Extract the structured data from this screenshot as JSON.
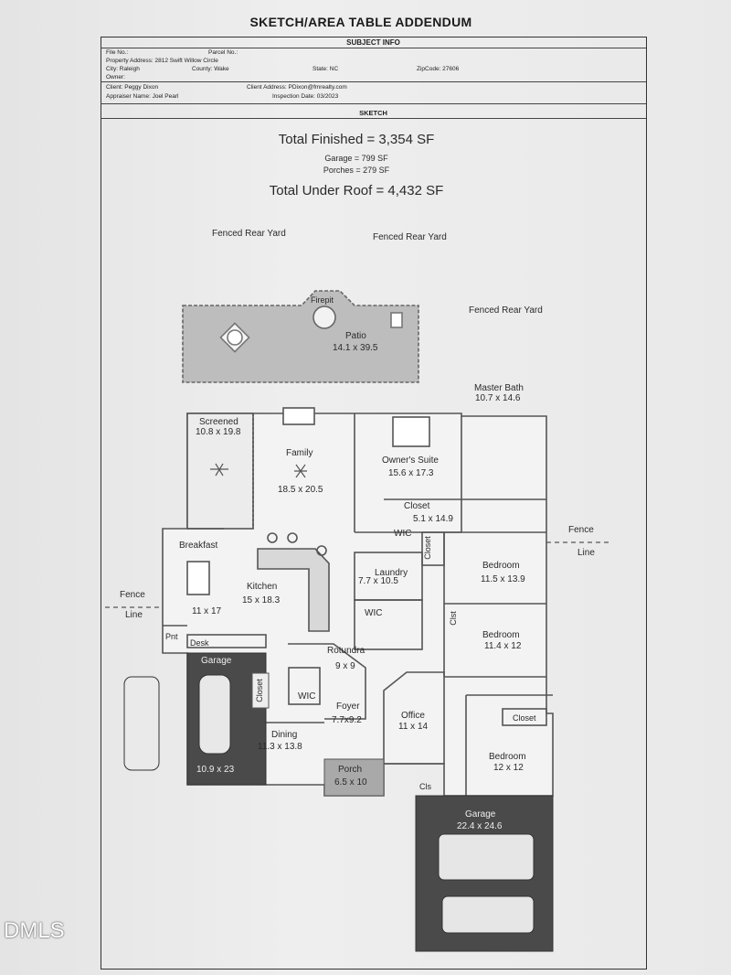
{
  "document": {
    "title": "SKETCH/AREA TABLE ADDENDUM",
    "subject_header": "SUBJECT INFO",
    "sketch_header": "SKETCH"
  },
  "subject_info": {
    "file_no": "File No.:",
    "parcel_no": "Parcel No.:",
    "property_address": "Property Address: 2812 Swift Willow Circle",
    "city": "City: Raleigh",
    "county": "County: Wake",
    "state": "State: NC",
    "zip": "ZipCode: 27606",
    "owner": "Owner:",
    "client": "Client: Peggy Dixon",
    "client_address": "Client Address: PDixon@fmrealty.com",
    "appraiser": "Appraiser Name: Joel Pearl",
    "inspection_date": "Inspection Date: 03/2023"
  },
  "summary": {
    "total_finished": "Total Finished = 3,354 SF",
    "garage": "Garage = 799 SF",
    "porches": "Porches = 279 SF",
    "total_under_roof": "Total Under Roof = 4,432 SF"
  },
  "yard_labels": {
    "rear_left": "Fenced Rear Yard",
    "rear_center": "Fenced Rear Yard",
    "rear_right": "Fenced Rear Yard",
    "fence_right": "Fence",
    "line_right": "Line",
    "fence_left": "Fence",
    "line_left": "Line"
  },
  "rooms": {
    "firepit": "Firepit",
    "patio": "Patio",
    "patio_dim": "14.1 x 39.5",
    "screened": "Screened",
    "screened_dim": "10.8 x 19.8",
    "family": "Family",
    "family_dim": "18.5 x 20.5",
    "owners_suite": "Owner's Suite",
    "owners_suite_dim": "15.6 x 17.3",
    "master_bath": "Master Bath",
    "master_bath_dim": "10.7 x 14.6",
    "closet_master": "Closet",
    "closet_master_dim": "5.1 x 14.9",
    "wic_upper": "WIC",
    "closet_vertical": "Closet",
    "breakfast": "Breakfast",
    "breakfast_dim": "11 x 17",
    "kitchen": "Kitchen",
    "kitchen_dim": "15 x 18.3",
    "laundry": "Laundry",
    "laundry_dim": "7.7 x 10.5",
    "wic_middle": "WIC",
    "bedroom1": "Bedroom",
    "bedroom1_dim": "11.5 x 13.9",
    "bedroom2": "Bedroom",
    "bedroom2_dim": "11.4 x 12",
    "clst": "Clst",
    "pnt": "Pnt",
    "desk": "Desk",
    "garage_small": "Garage",
    "garage_small_dim": "10.9 x 23",
    "closet_garage": "Closet",
    "rotunda": "Rotundra",
    "rotunda_dim": "9 x 9",
    "wic_lower": "WIC",
    "foyer": "Foyer",
    "foyer_dim": "7.7x9.2",
    "office": "Office",
    "office_dim": "11 x 14",
    "closet_bed3": "Closet",
    "dining": "Dining",
    "dining_dim": "11.3 x 13.8",
    "porch": "Porch",
    "porch_dim": "6.5 x 10",
    "cls": "Cls",
    "bedroom3": "Bedroom",
    "bedroom3_dim": "12 x 12",
    "garage_large": "Garage",
    "garage_large_dim": "22.4 x 24.6"
  },
  "watermark": "DMLS",
  "colors": {
    "garage_fill": "#4a4a4a",
    "porch_fill": "#a9a9a9",
    "patio_fill": "#bdbdbd",
    "wall_line": "#555555"
  }
}
